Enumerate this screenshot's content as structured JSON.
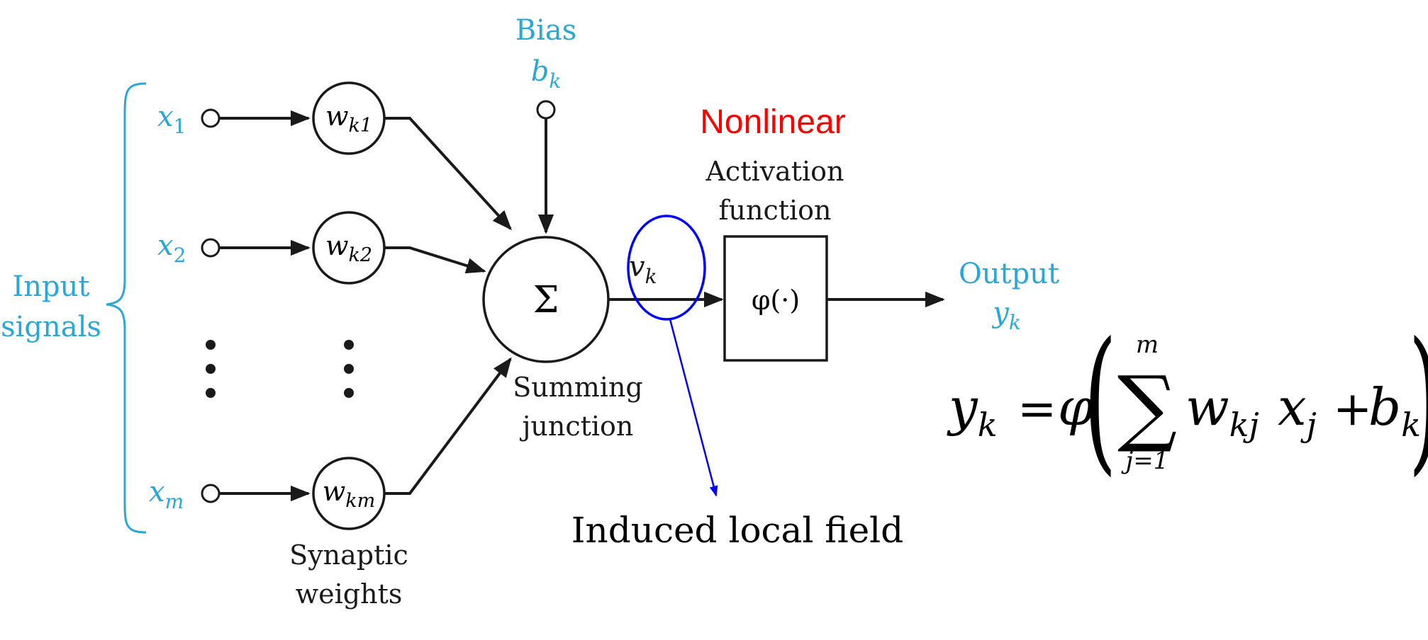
{
  "colors": {
    "input_blue": "#29a8d8",
    "line": "#1a1a1a",
    "nonlinear_red": "#ff0000",
    "highlight_blue": "#0000ff"
  },
  "inputs": {
    "group_label_line1": "Input",
    "group_label_line2": "signals",
    "x1": {
      "base": "x",
      "sub": "1"
    },
    "x2": {
      "base": "x",
      "sub": "2"
    },
    "xm": {
      "base": "x",
      "sub": "m"
    }
  },
  "weights": {
    "wk1": {
      "base": "w",
      "sub": "k1"
    },
    "wk2": {
      "base": "w",
      "sub": "k2"
    },
    "wkm": {
      "base": "w",
      "sub": "km"
    },
    "caption_line1": "Synaptic",
    "caption_line2": "weights"
  },
  "bias": {
    "label": "Bias",
    "symbol": {
      "base": "b",
      "sub": "k"
    }
  },
  "summing": {
    "symbol": "Σ",
    "caption_line1": "Summing",
    "caption_line2": "junction"
  },
  "induced_field": {
    "symbol": {
      "base": "v",
      "sub": "k"
    },
    "caption": "Induced local field"
  },
  "activation": {
    "tag": "Nonlinear",
    "caption_line1": "Activation",
    "caption_line2": "function",
    "box_text": "φ(·)"
  },
  "output": {
    "label": "Output",
    "symbol": {
      "base": "y",
      "sub": "k"
    }
  },
  "formula": {
    "lhs_base": "y",
    "lhs_sub": "k",
    "equals": "=",
    "phi": "φ",
    "open_paren": "(",
    "sigma": "∑",
    "sum_upper": "m",
    "sum_lower": "j=1",
    "w_base": "w",
    "w_sub": "kj",
    "x_base": "x",
    "x_sub": "j",
    "plus": "+",
    "b_base": "b",
    "b_sub": "k",
    "close_paren": ")"
  }
}
